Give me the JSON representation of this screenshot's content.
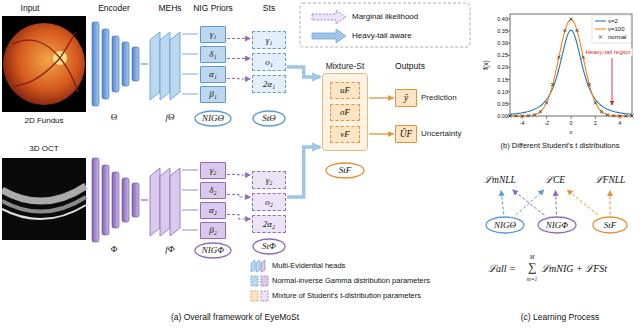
{
  "diagram": {
    "nodes": [
      {
        "text": [
          "γ₁"
        ]
      },
      {
        "text": [
          "δ₁"
        ]
      },
      {
        "text": [
          "α₁"
        ]
      },
      {
        "text": [
          "β₁"
        ]
      },
      {
        "text": [
          "NIGΘ"
        ]
      },
      {
        "text": [
          "γ₂"
        ]
      },
      {
        "text": [
          "δ₂"
        ]
      },
      {
        "text": [
          "α₂"
        ]
      },
      {
        "text": [
          "β₂"
        ]
      },
      {
        "text": [
          "NIGΦ"
        ]
      },
      {
        "text": [
          "γ₁"
        ]
      },
      {
        "text": [
          "o₁"
        ]
      },
      {
        "text": [
          "2α₁"
        ]
      },
      {
        "text": [
          "StΘ"
        ]
      },
      {
        "text": [
          "γ₂"
        ]
      },
      {
        "text": [
          "o₂"
        ]
      },
      {
        "text": [
          "2α₂"
        ]
      },
      {
        "text": [
          "StΦ"
        ]
      },
      {
        "text": [
          "Mixture-St"
        ]
      },
      {
        "text": [
          "uF"
        ],
        "in": 18
      },
      {
        "text": [
          "σF"
        ],
        "in": 18
      },
      {
        "text": [
          "νF"
        ],
        "in": 18
      },
      {
        "text": [
          "StF"
        ]
      },
      {
        "text": [
          "ŷ",
          "Prediction"
        ]
      },
      {
        "text": [
          "ÛF",
          "Uncertainty"
        ]
      },
      {
        "text": [
          "ℒmNLL"
        ]
      },
      {
        "text": [
          "ℒCE"
        ]
      },
      {
        "text": [
          "ℒFNLL"
        ]
      },
      {
        "text": [
          "NIGΘ"
        ]
      },
      {
        "text": [
          "NIGΦ"
        ]
      },
      {
        "text": [
          "StF"
        ]
      }
    ],
    "edges": [
      {
        "from": 0,
        "to": 10,
        "arrow": "to"
      },
      {
        "from": 1,
        "to": 11,
        "arrow": "to"
      },
      {
        "from": 2,
        "to": 12,
        "arrow": "to"
      },
      {
        "from": 5,
        "to": 14,
        "arrow": "to"
      },
      {
        "from": 6,
        "to": 15,
        "arrow": "to"
      },
      {
        "from": 7,
        "to": 16,
        "arrow": "to"
      },
      {
        "from": 11,
        "to": 18,
        "arrow": "to"
      },
      {
        "from": 15,
        "to": 18,
        "arrow": "to"
      },
      {
        "from": 18,
        "to": 23,
        "arrow": "to"
      },
      {
        "from": 18,
        "to": 24,
        "arrow": "to"
      },
      {
        "from": 28,
        "to": 25,
        "arrow": "to"
      },
      {
        "from": 29,
        "to": 25,
        "arrow": "to"
      },
      {
        "from": 28,
        "to": 26,
        "arrow": "to"
      },
      {
        "from": 29,
        "to": 26,
        "arrow": "to"
      },
      {
        "from": 30,
        "to": 26,
        "arrow": "to"
      },
      {
        "from": 30,
        "to": 27,
        "arrow": "to"
      }
    ],
    "labels": [
      "Input",
      "Encoder",
      "MEHs",
      "NIG Priors",
      "Sts",
      "Outputs",
      "2D Fundus",
      "3D OCT",
      "Θ",
      "fΘ",
      "Φ",
      "fΦ",
      "(a) Overall framework of EyeMoSt",
      "(b) Different Student's t distributions",
      "(c) Learning Process",
      "Heavy-tail region",
      "0.00",
      "0.05",
      "0.10",
      "0.15",
      "0.20",
      "0.25",
      "0.30",
      "0.35",
      "0.40",
      "-4",
      "-2",
      "0",
      "2",
      "4",
      "f(x)",
      "x",
      "ℒall =",
      "M",
      "∑",
      "m=1",
      "ℒmNIG + ℒFSt"
    ],
    "legend": [
      {
        "text": "Marginal likelihood"
      },
      {
        "text": "Heavy-tail aware"
      },
      {
        "text": "Multi-Evidential heads"
      },
      {
        "text": "Normal-inverse Gamma distribution parameters"
      },
      {
        "text": "Mixture of Student's t-distribution parameters"
      },
      {
        "text": "v=2"
      },
      {
        "text": "v=100"
      },
      {
        "text": "normal"
      }
    ]
  }
}
